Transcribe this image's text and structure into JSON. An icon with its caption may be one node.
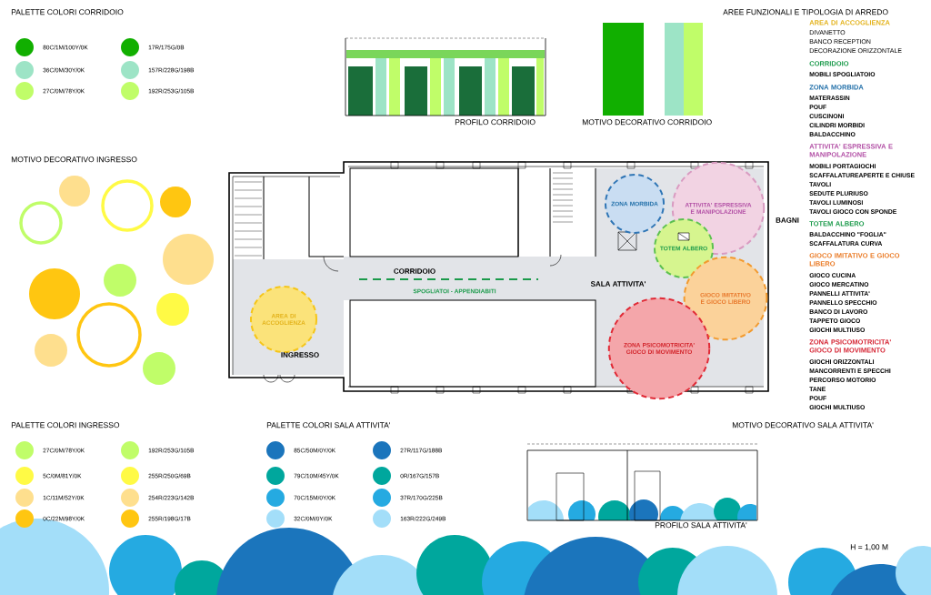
{
  "diagram": {
    "nodes": [
      {
        "text": [
          "AREA DI ACCOGLIENZA"
        ]
      },
      {
        "text": [
          "ZONA MORBIDA"
        ]
      },
      {
        "text": [
          "ATTIVITA' ESPRESSIVA E MANIPOLAZIONE"
        ]
      },
      {
        "text": [
          "TOTEM ALBERO"
        ]
      },
      {
        "text": [
          "GIOCO IMITATIVO E GIOCO LIBERO"
        ]
      },
      {
        "text": [
          "ZONA PSICOMOTRICITA' GIOCO DI MOVIMENTO"
        ]
      }
    ],
    "labels": [
      "PALETTE COLORI CORRIDOIO",
      "PROFILO CORRIDOIO",
      "MOTIVO DECORATIVO CORRIDOIO",
      "AREE FUNZIONALI E TIPOLOGIA DI ARREDO",
      "AREA DI ACCOGLIENZA",
      "DIVANETTO",
      "BANCO RECEPTION",
      "DECORAZIONE ORIZZONTALE",
      "CORRIDOIO",
      "MOBILI SPOGLIATOIO",
      "ZONA MORBIDA",
      "MATERASSIN",
      "POUF",
      "CUSCINONI",
      "CILINDRI MORBIDI",
      "BALDACCHINO",
      "ATTIVITA' ESPRESSIVA E MANIPOLAZIONE",
      "MOBILI PORTAGIOCHI",
      "SCAFFALATUREAPERTE E CHIUSE",
      "TAVOLI",
      "SEDUTE PLURIUSO",
      "TAVOLI LUMINOSI",
      "TAVOLI GIOCO CON SPONDE",
      "TOTEM ALBERO",
      "BALDACCHINO \"FOGLIA\"",
      "SCAFFALATURA CURVA",
      "GIOCO IMITATIVO E GIOCO LIBERO",
      "GIOCO CUCINA",
      "GIOCO MERCATINO",
      "PANNELLI ATTIVITA'",
      "PANNELLO SPECCHIO",
      "BANCO DI LAVORO",
      "TAPPETO GIOCO",
      "GIOCHI MULTIUSO",
      "ZONA PSICOMOTRICITA' GIOCO DI MOVIMENTO",
      "GIOCHI ORIZZONTALI",
      "MANCORRENTI E SPECCHI",
      "PERCORSO MOTORIO",
      "TANE",
      "POUF",
      "GIOCHI MULTIUSO",
      "MOTIVO DECORATIVO INGRESSO",
      "CORRIDOIO",
      "SPOGLIATOI - APPENDIABITI",
      "INGRESSO",
      "SALA ATTIVITA'",
      "BAGNI",
      "PALETTE COLORI INGRESSO",
      "PALETTE COLORI SALA ATTIVITA'",
      "MOTIVO DECORATIVO SALA ATTIVITA'",
      "PROFILO SALA ATTIVITA'",
      "H = 1,00 M"
    ],
    "legend": [
      {
        "text": "80C/1M/100Y/0K",
        "color": "#11af00"
      },
      {
        "text": "17R/175G/0B",
        "color": "#11af00"
      },
      {
        "text": "36C/0M/30Y/0K",
        "color": "#9de4c6"
      },
      {
        "text": "157R/228G/198B",
        "color": "#9de4c6"
      },
      {
        "text": "27C/0M/78Y/0K",
        "color": "#c0fd69"
      },
      {
        "text": "192R/253G/105B",
        "color": "#c0fd69"
      },
      {
        "text": "27C/0M/78Y/0K",
        "color": "#c0fd69"
      },
      {
        "text": "192R/253G/105B",
        "color": "#c0fd69"
      },
      {
        "text": "5C/0M/81Y/0K",
        "color": "#fffa45"
      },
      {
        "text": "255R/250G/69B",
        "color": "#fffa45"
      },
      {
        "text": "1C/11M/52Y/0K",
        "color": "#fedf8e"
      },
      {
        "text": "254R/223G/142B",
        "color": "#fedf8e"
      },
      {
        "text": "0C/22M/98Y/0K",
        "color": "#ffc611"
      },
      {
        "text": "255R/198G/17B",
        "color": "#ffc611"
      },
      {
        "text": "85C/50M/0Y/0K",
        "color": "#1b75bc"
      },
      {
        "text": "27R/117G/188B",
        "color": "#1b75bc"
      },
      {
        "text": "79C/10M/45Y/0K",
        "color": "#00a79d"
      },
      {
        "text": "0R/167G/157B",
        "color": "#00a79d"
      },
      {
        "text": "70C/15M/0Y/0K",
        "color": "#25aae1"
      },
      {
        "text": "37R/170G/225B",
        "color": "#25aae1"
      },
      {
        "text": "32C/0M/0Y/0K",
        "color": "#a3def9"
      },
      {
        "text": "163R/222G/249B",
        "color": "#a3def9"
      }
    ]
  }
}
